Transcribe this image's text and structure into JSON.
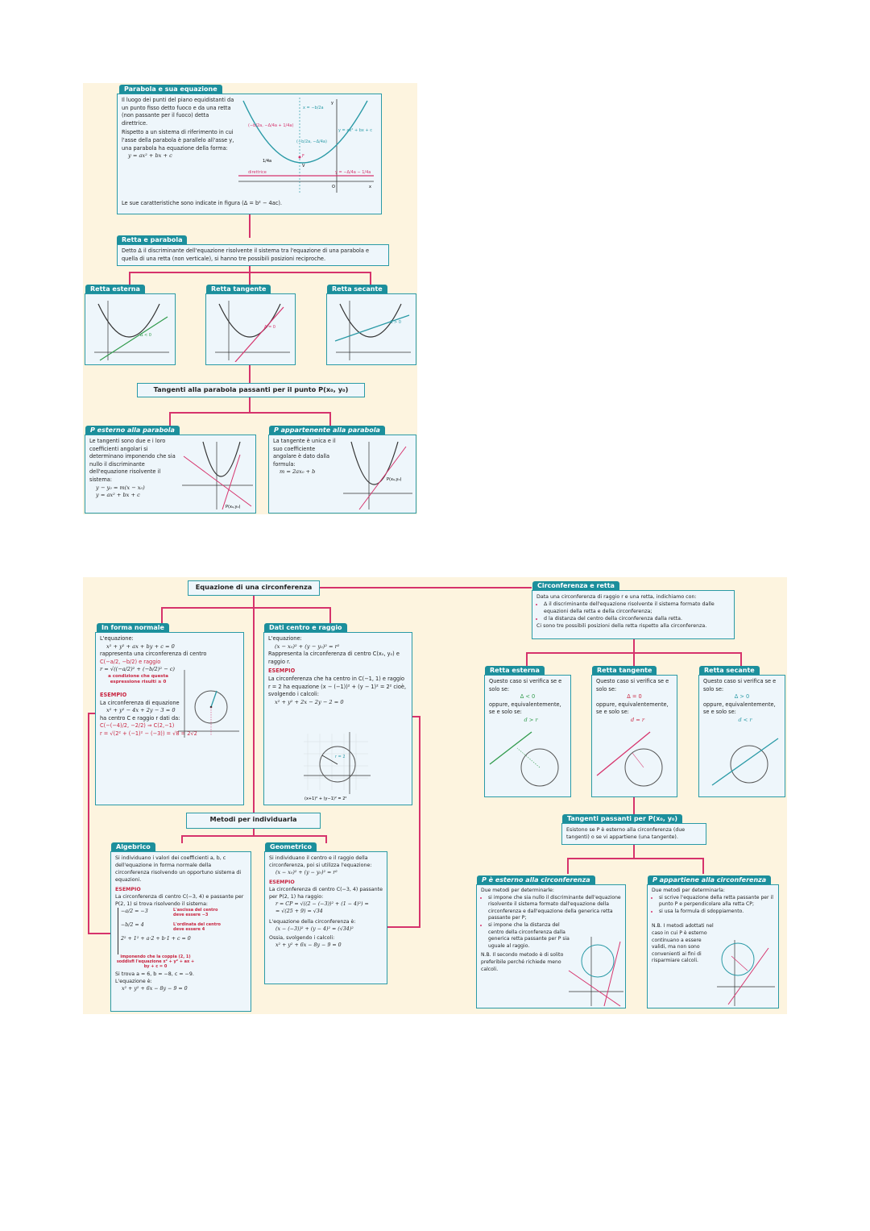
{
  "parabola": {
    "section_title": "Parabola e sua equazione",
    "definition": "Il luogo dei punti del piano equidistanti da un punto fisso detto fuoco e da una retta (non passante per il fuoco) detta direttrice.",
    "reference": "Rispetto a un sistema di riferimento in cui l'asse della parabola è parallelo all'asse y, una parabola ha equazione della forma:",
    "equation": "y = ax² + bx + c",
    "characteristics": "Le sue caratteristiche sono indicate in figura (Δ = b² − 4ac).",
    "figure_labels": {
      "axis": "x = −b/2a",
      "focus": "(−b/2a, −Δ/4a + 1/4a)",
      "vertex": "(−b/2a, −Δ/4a)",
      "curve": "y = ax² + bx + c",
      "directrix_eq": "y = −Δ/4a − 1/4a",
      "directrix": "direttrice",
      "dist": "1/4a",
      "F": "F",
      "V": "V",
      "O": "O",
      "x": "x",
      "y": "y"
    },
    "retta_e_parabola": {
      "title": "Retta e parabola",
      "text": "Detto Δ il discriminante dell'equazione risolvente il sistema tra l'equazione di una parabola e quella di una retta (non verticale), si hanno tre possibili posizioni reciproche."
    },
    "cases": [
      {
        "title": "Retta esterna",
        "label": "Δ < 0"
      },
      {
        "title": "Retta tangente",
        "label": "Δ = 0"
      },
      {
        "title": "Retta secante",
        "label": "Δ > 0"
      }
    ],
    "tangenti_title": "Tangenti alla parabola passanti per il punto P(x₀, y₀)",
    "p_esterno": {
      "title": "P esterno alla parabola",
      "text": "Le tangenti sono due e i loro coefficienti angolari si determinano imponendo che sia nullo il discriminante dell'equazione risolvente il sistema:",
      "sys1": "y − y₀ = m(x − x₀)",
      "sys2": "y = ax² + bx + c",
      "point": "P(x₀,y₀)"
    },
    "p_appartenente": {
      "title": "P appartenente alla parabola",
      "text": "La tangente è unica e il suo coefficiente angolare è dato dalla formula:",
      "formula": "m = 2ax₀ + b",
      "point": "P(x₀,y₀)"
    }
  },
  "circ": {
    "main_title": "Equazione di una circonferenza",
    "normale": {
      "title": "In forma normale",
      "l1": "L'equazione:",
      "eq": "x² + y² + ax + by + c = 0",
      "l2": "rappresenta una circonferenza di centro",
      "center": "C(−a/2, −b/2) e raggio",
      "radius": "r = √((−a/2)² + (−b/2)² − c)",
      "cond": "a condizione che questa espressione risulti ≥ 0",
      "es": "ESEMPIO",
      "e1": "La circonferenza di equazione",
      "e2": "x² + y² − 4x + 2y − 3 = 0",
      "e3": "ha centro C e raggio r dati da:",
      "e4": "C(−(−4)/2, −2/2) ⇒ C(2,−1)",
      "e5": "r = √(2² + (−1)² − (−3)) = √8 = 2√2"
    },
    "centro_raggio": {
      "title": "Dati centro e raggio",
      "l1": "L'equazione:",
      "eq": "(x − x₀)² + (y − y₀)² = r²",
      "l2": "Rappresenta la circonferenza di centro C(x₀, y₀) e raggio r.",
      "es": "ESEMPIO",
      "e1": "La circonferenza che ha centro in C(−1, 1) e raggio r = 2 ha equazione (x − (−1))² + (y − 1)² = 2² cioè, svolgendo i calcoli:",
      "e2": "x² + y² + 2x − 2y − 2 = 0",
      "fig": "(x+1)² + (y−1)² = 2²",
      "r": "r = 2"
    },
    "metodi_title": "Metodi per individuarla",
    "algebrico": {
      "title": "Algebrico",
      "text": "Si individuano i valori dei coefficienti a, b, c dell'equazione in forma normale della circonferenza risolvendo un opportuno sistema di equazioni.",
      "es": "ESEMPIO",
      "e1": "La circonferenza di centro C(−3, 4) e passante per P(2, 1) si trova risolvendo il sistema:",
      "s1": "−a/2 = −3",
      "n1": "L'ascissa del centro deve essere −3",
      "s2": "−b/2 = 4",
      "n2": "L'ordinata del centro deve essere 4",
      "s3": "2² + 1² + a·2 + b·1 + c = 0",
      "n3": "imponendo che la coppia (2, 1) soddisfi l'equazione x² + y² + ax + by + c = 0",
      "r1": "Si trova a = 6, b = −8, c = −9.",
      "r2": "L'equazione è:",
      "r3": "x² + y² + 6x − 8y − 9 = 0"
    },
    "geometrico": {
      "title": "Geometrico",
      "text": "Si individuano il centro e il raggio della circonferenza, poi si utilizza l'equazione:",
      "eq": "(x − x₀)² + (y − y₀)² = r²",
      "es": "ESEMPIO",
      "e1": "La circonferenza di centro C(−3, 4) passante per P(2, 1) ha raggio:",
      "e2": "r = CP = √((2 − (−3))² + (1 − 4)²) =",
      "e3": "= √(25 + 9) = √34",
      "e4": "L'equazione della circonferenza è:",
      "e5": "(x − (−3))² + (y − 4)² = (√34)²",
      "e6": "Ossia, svolgendo i calcoli:",
      "e7": "x² + y² + 6x − 8y − 9 = 0"
    },
    "retta": {
      "title": "Circonferenza e retta",
      "intro": "Data una circonferenza di raggio r e una retta, indichiamo con:",
      "b1": "Δ il discriminante dell'equazione risolvente il sistema formato dalle equazioni della retta e della circonferenza;",
      "b2": "d la distanza del centro della circonferenza dalla retta.",
      "outro": "Ci sono tre possibili posizioni della retta rispetto alla circonferenza."
    },
    "cases": [
      {
        "title": "Retta esterna",
        "t1": "Questo caso si verifica se e solo se:",
        "delta": "Δ < 0",
        "t2": "oppure, equivalentemente, se e solo se:",
        "d": "d > r"
      },
      {
        "title": "Retta tangente",
        "t1": "Questo caso si verifica se e solo se:",
        "delta": "Δ = 0",
        "t2": "oppure, equivalentemente, se e solo se:",
        "d": "d = r"
      },
      {
        "title": "Retta secante",
        "t1": "Questo caso si verifica se e solo se:",
        "delta": "Δ > 0",
        "t2": "oppure, equivalentemente, se e solo se:",
        "d": "d < r"
      }
    ],
    "tangenti": {
      "title": "Tangenti passanti per P(x₀, y₀)",
      "text": "Esistono se P è esterno alla circonferenza (due tangenti) o se vi appartiene (una tangente)."
    },
    "p_esterno": {
      "title": "P è esterno alla circonferenza",
      "intro": "Due metodi per determinarle:",
      "b1": "si impone che sia nullo il discriminante dell'equazione risolvente il sistema formato dall'equazione della circonferenza e dall'equazione della generica retta passante per P;",
      "b2": "si impone che la distanza del centro della circonferenza dalla generica retta passante per P sia uguale al raggio.",
      "nb": "N.B. Il secondo metodo è di solito preferibile perché richiede meno calcoli."
    },
    "p_appartiene": {
      "title": "P appartiene alla circonferenza",
      "intro": "Due metodi per determinarla:",
      "b1": "si scrive l'equazione della retta passante per il punto P e perpendicolare alla retta CP;",
      "b2": "si usa la formula di sdoppiamento.",
      "nb": "N.B. I metodi adottati nel caso in cui P è esterno continuano a essere validi, ma non sono convenienti ai fini di risparmiare calcoli."
    }
  },
  "colors": {
    "teal": "#1c8f9c",
    "pink": "#d6336c",
    "panel": "#fdf4df",
    "box": "#eef6fb"
  }
}
